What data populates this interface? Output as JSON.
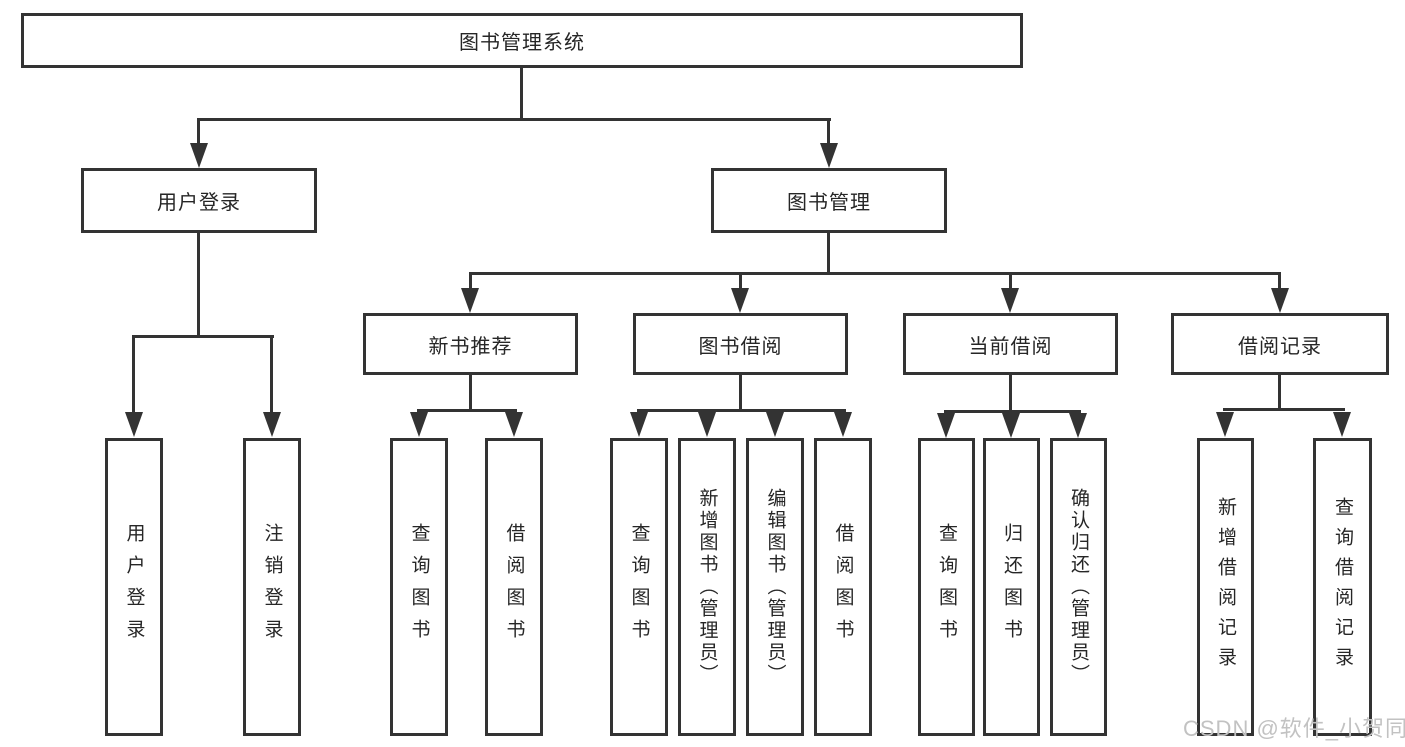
{
  "watermark": "CSDN @软件_小贺同学",
  "colors": {
    "line": "#333333",
    "box_border": "#333333",
    "box_background": "#ffffff",
    "text": "#262626",
    "watermark": "#c2c2c2",
    "background": "#ffffff"
  },
  "tree": {
    "label": "图书管理系统",
    "children": [
      {
        "label": "用户登录",
        "children": [
          {
            "label": "用户登录"
          },
          {
            "label": "注销登录"
          }
        ]
      },
      {
        "label": "图书管理",
        "children": [
          {
            "label": "新书推荐",
            "children": [
              {
                "label": "查询图书"
              },
              {
                "label": "借阅图书"
              }
            ]
          },
          {
            "label": "图书借阅",
            "children": [
              {
                "label": "查询图书"
              },
              {
                "label": "新增图书（管理员）"
              },
              {
                "label": "编辑图书（管理员）"
              },
              {
                "label": "借阅图书"
              }
            ]
          },
          {
            "label": "当前借阅",
            "children": [
              {
                "label": "查询图书"
              },
              {
                "label": "归还图书"
              },
              {
                "label": "确认归还（管理员）"
              }
            ]
          },
          {
            "label": "借阅记录",
            "children": [
              {
                "label": "新增借阅记录"
              },
              {
                "label": "查询借阅记录"
              }
            ]
          }
        ]
      }
    ]
  }
}
